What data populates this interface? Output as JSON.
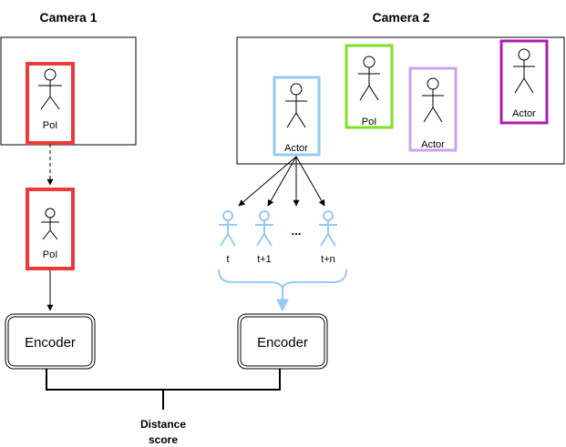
{
  "camera1": {
    "title": "Camera 1",
    "poi_label": "PoI"
  },
  "camera2": {
    "title": "Camera 2",
    "actors": [
      {
        "label": "Actor",
        "color": "#99c9f2"
      },
      {
        "label": "PoI",
        "color": "#80e023"
      },
      {
        "label": "Actor",
        "color": "#c9a6ea"
      },
      {
        "label": "Actor",
        "color": "#b01cb0"
      }
    ]
  },
  "crop": {
    "label": "PoI",
    "color": "#ec3a3a"
  },
  "sequence": {
    "labels": [
      "t",
      "t+1",
      "...",
      "t+n"
    ],
    "color": "#99c9f2"
  },
  "encoders": {
    "left": "Encoder",
    "right": "Encoder"
  },
  "output": {
    "line1": "Distance",
    "line2": "score"
  }
}
